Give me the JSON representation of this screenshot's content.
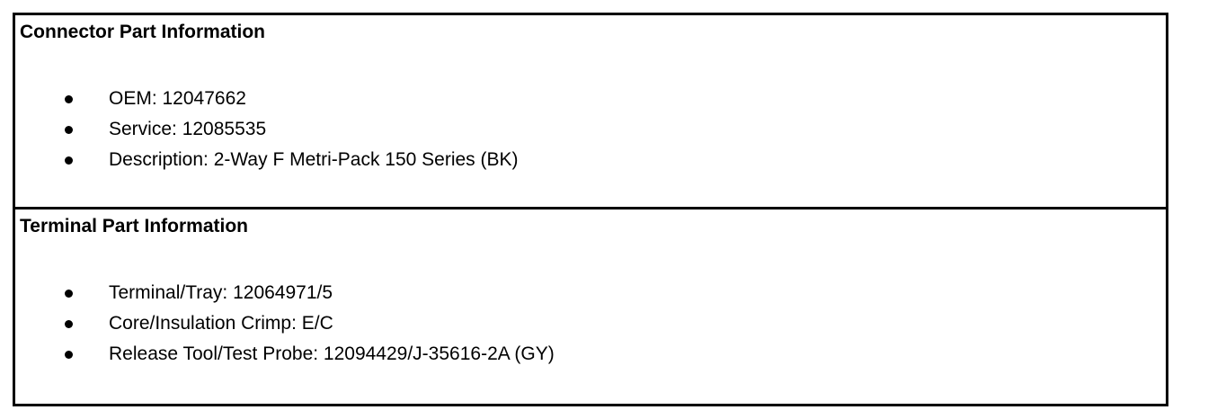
{
  "sections": [
    {
      "title": "Connector Part Information",
      "items": [
        "OEM: 12047662",
        "Service: 12085535",
        "Description: 2-Way F Metri-Pack 150 Series (BK)"
      ]
    },
    {
      "title": "Terminal Part Information",
      "items": [
        "Terminal/Tray: 12064971/5",
        "Core/Insulation Crimp: E/C",
        "Release Tool/Test Probe: 12094429/J-35616-2A (GY)"
      ]
    }
  ]
}
